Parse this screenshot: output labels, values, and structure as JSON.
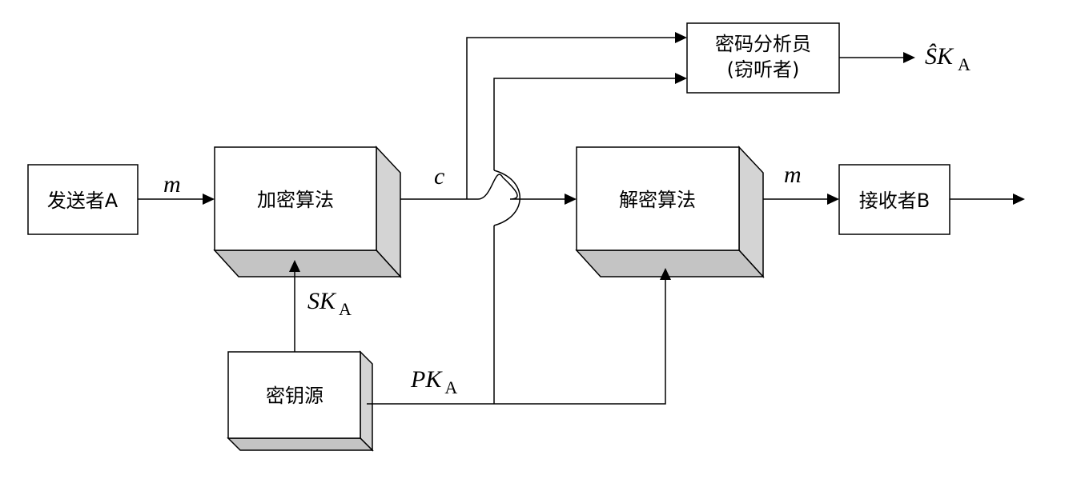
{
  "nodes": {
    "sender": "发送者A",
    "encrypt": "加密算法",
    "decrypt": "解密算法",
    "receiver": "接收者B",
    "key_source": "密钥源",
    "analyst_line1": "密码分析员",
    "analyst_line2": "(窃听者)"
  },
  "labels": {
    "m_in": "m",
    "c": "c",
    "m_out": "m",
    "sk_main": "SK",
    "sk_sub": "A",
    "pk_main": "PK",
    "pk_sub": "A",
    "skhat_main": "ŜK",
    "skhat_sub": "A"
  }
}
